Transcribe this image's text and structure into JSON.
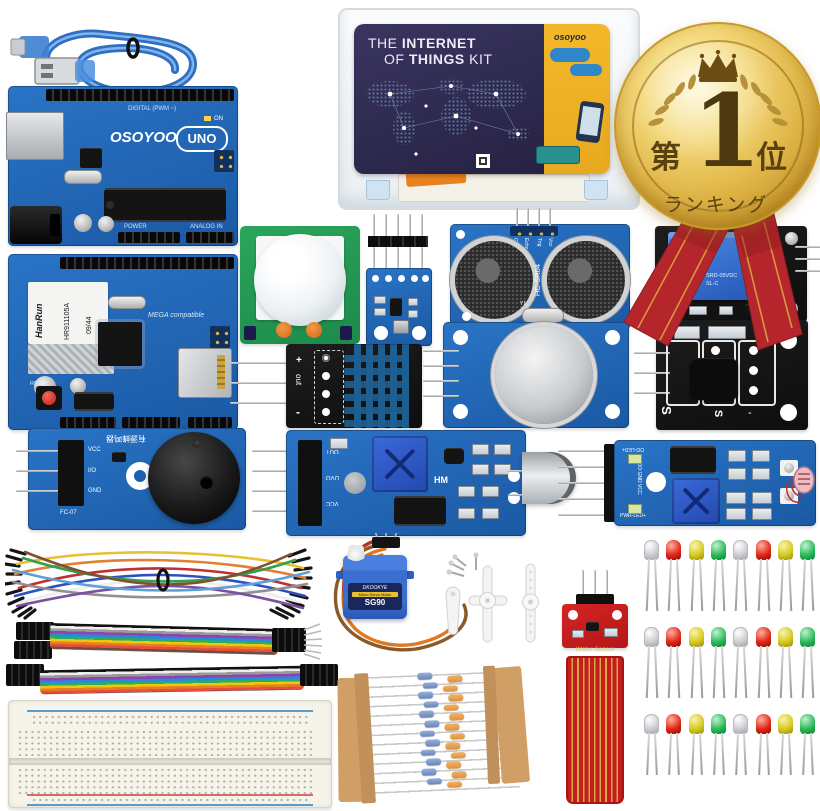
{
  "page": {
    "type": "product-photo",
    "background": "#ffffff"
  },
  "ranking_badge": {
    "prefix": "第",
    "number": "1",
    "suffix": "位",
    "label": "ランキング",
    "medal_gold": "#e2b84a",
    "ribbon_red": "#b5262c"
  },
  "kit_box": {
    "title": {
      "l1_pre": "THE ",
      "l1_bold": "INTERNET",
      "l2_pre": "OF ",
      "l2_bold": "THINGS",
      "l2_post": " KIT"
    },
    "brand": "osoyoo"
  },
  "components": {
    "uno_board": {
      "brand": "OSOYOO",
      "model": "UNO",
      "silk_digital": "DIGITAL (PWM ~)",
      "silk_on": "ON",
      "silk_power": "POWER",
      "silk_analog": "ANALOG IN"
    },
    "ethernet_shield": {
      "jack_line1": "HanRun",
      "jack_line2": "HR911105A",
      "jack_line3": "09/44",
      "silk": "MEGA compatible",
      "reset": "RESET"
    },
    "ultrasonic": {
      "model": "HC-SR04",
      "pin_labels": [
        "Gnd",
        "Echo",
        "Trig",
        "Vcc"
      ],
      "crystal": "Y1"
    },
    "relay": {
      "line1": "SRD-05VDC",
      "line2": "SL-C"
    },
    "dht11": {
      "silk_plus": "+",
      "silk_out": "out",
      "silk_minus": "-"
    },
    "temp_sensor": {
      "s_label": "S",
      "minus_label": "-"
    },
    "buzzer": {
      "pins": [
        "VCC",
        "I/O",
        "GND"
      ],
      "model": "FC-07",
      "cn_label": "有源蜂鸣器"
    },
    "sound_sensor": {
      "pot_label": "HM",
      "pins": [
        "OUT",
        "DVO",
        "VCC"
      ]
    },
    "ldr_module": {
      "silk_top": "DO-LED+",
      "silk_bottom": "PWR-LED+",
      "pin_silk": "AO DO GND VCC"
    },
    "servo": {
      "brand": "DKOOKYE",
      "line2": "Micro Servo Motor",
      "model": "SG90"
    },
    "water_sensor": {
      "label": "Water Sensor"
    },
    "led_pack": {
      "rows": 3,
      "pattern": [
        "clear",
        "red",
        "yellow",
        "green",
        "clear",
        "red",
        "yellow",
        "green"
      ],
      "colors": {
        "clear": "#c9c9ce",
        "red": "#d42318",
        "yellow": "#cfc31c",
        "green": "#23b356"
      }
    }
  }
}
